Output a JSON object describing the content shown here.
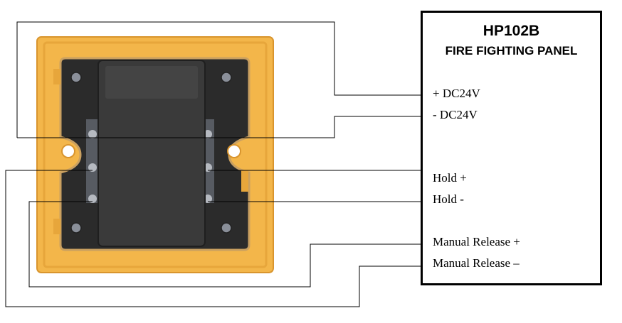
{
  "panel": {
    "title": "HP102B",
    "subtitle": "FIRE FIGHTING PANEL",
    "terminals": [
      "+ DC24V",
      "- DC24V",
      "Hold +",
      "Hold -",
      "Manual Release +",
      "Manual Release –"
    ]
  },
  "colors": {
    "device_frame": "#f3b64a",
    "device_frame_dark": "#d9952e",
    "device_cavity": "#2b2b2b",
    "device_cover": "#3a3a3a",
    "wire": "#000000"
  }
}
